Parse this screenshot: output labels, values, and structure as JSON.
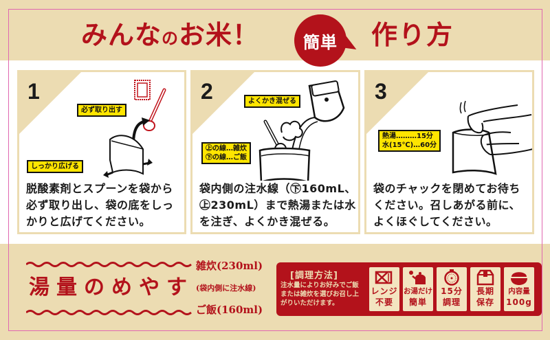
{
  "header": {
    "title_part1": "みんなの",
    "title_no": "の",
    "title_part1_a": "みんな",
    "title_part1_b": "お米！",
    "bubble": "簡単",
    "title_part2": "作り方"
  },
  "steps": [
    {
      "number": "1",
      "labels": [
        "必ず取り出す",
        "しっかり広げる"
      ],
      "description": "脱酸素剤とスプーンを袋から必ず取り出し、袋の底をしっかりと広げてください。"
    },
    {
      "number": "2",
      "labels": [
        "よくかき混ぜる",
        "㊤の線…雑炊",
        "㊦の線…ご飯"
      ],
      "description": "袋内側の注水線（㊦160mL、㊤230mL）まで熱湯または水を注ぎ、よくかき混ぜる。"
    },
    {
      "number": "3",
      "labels": [
        "熱湯………15分",
        "水(15℃)…60分"
      ],
      "description": "袋のチャックを閉めてお待ちください。召しあがる前に、よくほぐしてください。"
    }
  ],
  "water_guide": {
    "title": "湯量のめやす",
    "line1": "雑炊(230ml)",
    "line2": "(袋内側に注水線)",
    "line3": "ご飯(160ml)"
  },
  "method": {
    "title": "[調理方法]",
    "text": "注水量によりお好みでご飯または雑炊を選びお召し上がりいただけます。"
  },
  "badges": [
    {
      "icon": "no-microwave-icon",
      "line1": "レンジ",
      "line2": "不要"
    },
    {
      "icon": "kettle-icon",
      "line1": "お湯だけ",
      "line2": "簡単"
    },
    {
      "icon": "timer-icon",
      "line1": "15分",
      "line2": "調理"
    },
    {
      "icon": "box-icon",
      "line1": "長期",
      "line2": "保存"
    },
    {
      "icon": "rice-bowl-icon",
      "line1": "内容量",
      "line2": "100g"
    }
  ],
  "colors": {
    "brand_red": "#b3121b",
    "beige": "#ecdcb2",
    "label_yellow": "#ffe500",
    "guide_pink": "#e066b0"
  }
}
